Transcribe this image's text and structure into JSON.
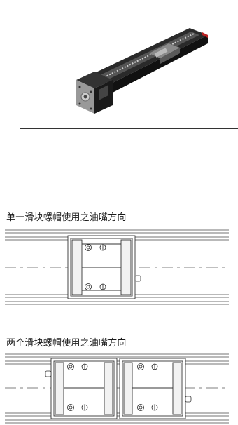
{
  "figures": [
    {
      "id": "product-photo",
      "icon": "linear-module-photo"
    },
    {
      "id": "single",
      "caption": "单一滑块螺帽使用之油嘴方向"
    },
    {
      "id": "double",
      "caption": "两个滑块螺帽使用之油嘴方向"
    }
  ]
}
